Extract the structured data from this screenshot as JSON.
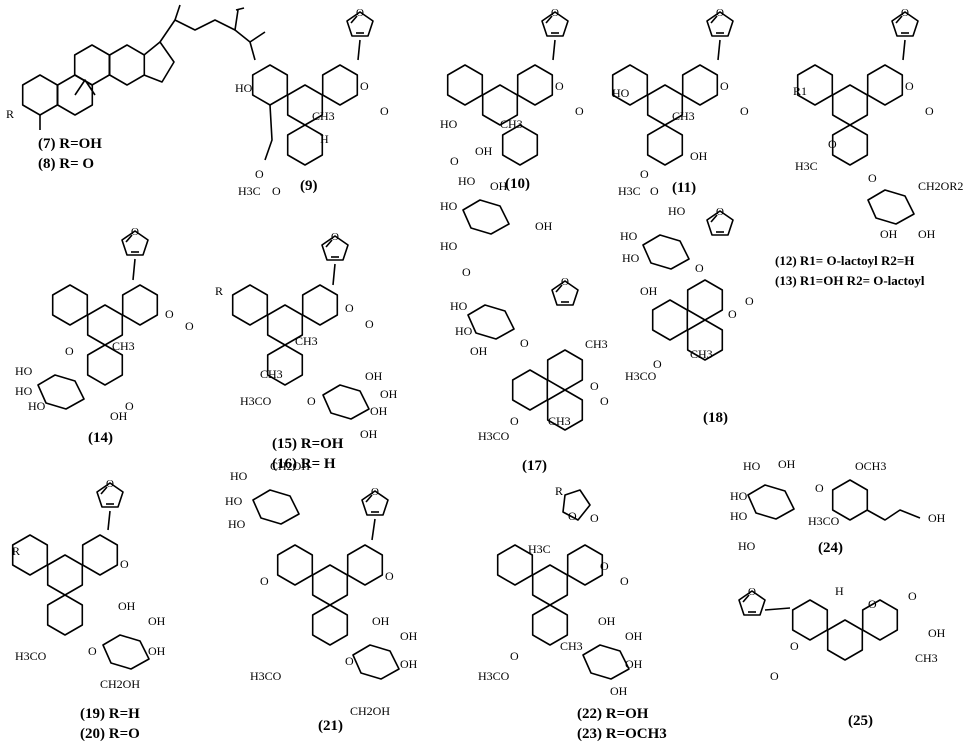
{
  "compounds": [
    {
      "id": "c7-8",
      "labels": [
        "(7) R=OH",
        "(8) R= O"
      ]
    },
    {
      "id": "c9",
      "labels": [
        "(9)"
      ]
    },
    {
      "id": "c10",
      "labels": [
        "(10)"
      ]
    },
    {
      "id": "c11",
      "labels": [
        "(11)"
      ]
    },
    {
      "id": "c12-13",
      "labels": [
        "(12) R1= O-lactoyl    R2=H",
        "(13) R1=OH    R2= O-lactoyl"
      ]
    },
    {
      "id": "c14",
      "labels": [
        "(14)"
      ]
    },
    {
      "id": "c15-16",
      "labels": [
        "(15) R=OH",
        "(16) R= H"
      ]
    },
    {
      "id": "c17",
      "labels": [
        "(17)"
      ]
    },
    {
      "id": "c18",
      "labels": [
        "(18)"
      ]
    },
    {
      "id": "c19-20",
      "labels": [
        "(19) R=H",
        "(20) R=O"
      ]
    },
    {
      "id": "c21",
      "labels": [
        "(21)"
      ]
    },
    {
      "id": "c22-23",
      "labels": [
        "(22) R=OH",
        "(23) R=OCH3"
      ]
    },
    {
      "id": "c24",
      "labels": [
        "(24)"
      ]
    },
    {
      "id": "c25",
      "labels": [
        "(25)"
      ]
    }
  ],
  "atoms": {
    "R": "R",
    "R1": "R1",
    "OH": "OH",
    "HO": "HO",
    "O": "O",
    "CH3": "CH3",
    "H3C": "H3C",
    "OCH3": "OCH3",
    "H3CO": "H3CO",
    "CH2OH": "CH2OH",
    "CH2OR2": "CH2OR2",
    "H": "H"
  }
}
